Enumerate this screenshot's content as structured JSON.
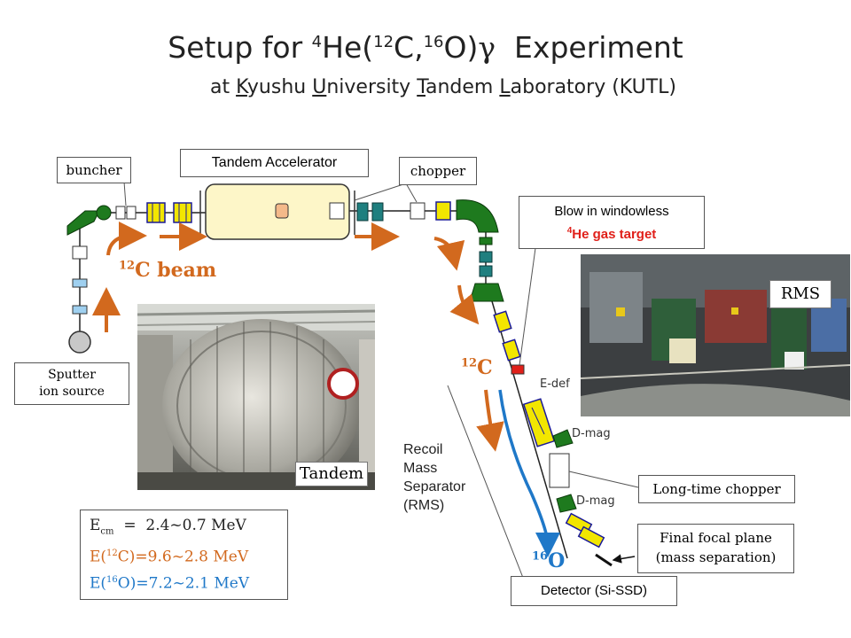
{
  "title": {
    "prefix": "Setup for ",
    "sup1": "4",
    "mid1": "He(",
    "sup2": "12",
    "mid2": "C,",
    "sup3": "16",
    "mid3": "O)",
    "gamma": "γ",
    "suffix": "  Experiment"
  },
  "subtitle": {
    "p1": "at ",
    "k": "K",
    "p2": "yushu ",
    "u": "U",
    "p3": "niversity ",
    "t": "T",
    "p4": "andem ",
    "l": "L",
    "p5": "aboratory (KUTL)"
  },
  "labels": {
    "buncher": "buncher",
    "tandem_accelerator": "Tandem Accelerator",
    "chopper": "chopper",
    "blow_in_line1": "Blow in windowless",
    "blow_in_sup": "4",
    "blow_in_line2": "He gas target",
    "beam_sup": "12",
    "beam_text": "C beam",
    "sputter_line1": "Sputter",
    "sputter_line2": "ion source",
    "tandem_photo": "Tandem",
    "rms_photo": "RMS",
    "c12_sup": "12",
    "c12_text": "C",
    "e_def": "E-def",
    "d_mag_1": "D-mag",
    "d_mag_2": "D-mag",
    "recoil_1": "Recoil",
    "recoil_2": "Mass",
    "recoil_3": "Separator",
    "recoil_4": "(RMS)",
    "long_time_chopper": "Long-time chopper",
    "final_focal_1": "Final focal plane",
    "final_focal_2": "(mass separation)",
    "o16_sup": "16",
    "o16_text": "O",
    "detector": "Detector (Si-SSD)"
  },
  "energies": {
    "ecm_label": "E",
    "ecm_sub": "cm",
    "ecm_value": "  =  2.4~0.7 MeV",
    "c_label": "E(",
    "c_sup": "12",
    "c_value": "C)=9.6~2.8 MeV",
    "o_label": "E(",
    "o_sup": "16",
    "o_value": "O)=7.2~2.1 MeV"
  },
  "colors": {
    "orange": "#d2691e",
    "blue": "#1f78c8",
    "green": "#1e7a1e",
    "yellow": "#f2e600",
    "red": "#e0201a",
    "teal": "#1f7f7f",
    "tank": "#fdf6c8"
  }
}
